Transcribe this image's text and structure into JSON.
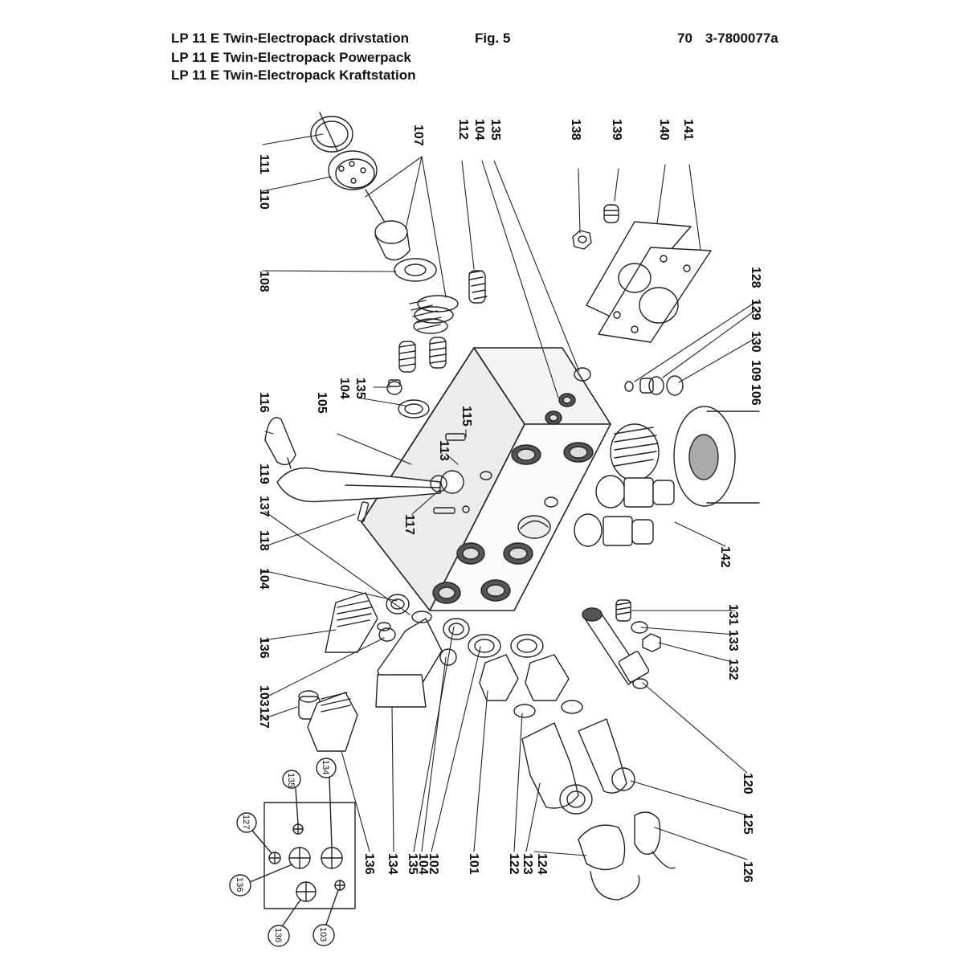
{
  "header": {
    "line1": "LP 11 E Twin-Electropack drivstation",
    "line2": "LP 11 E Twin-Electropack Powerpack",
    "line3": "LP 11 E Twin-Electropack Kraftstation",
    "fig": "Fig. 5",
    "page": "70",
    "doc_no": "3-7800077a"
  },
  "part_labels": {
    "p111": "111",
    "p110": "110",
    "p107": "107",
    "p108": "108",
    "p112": "112",
    "p104_top": "104",
    "p135_top": "135",
    "p138": "138",
    "p139": "139",
    "p140": "140",
    "p141": "141",
    "p128": "128",
    "p129": "129",
    "p130": "130",
    "p109": "109",
    "p106": "106",
    "p116": "116",
    "p105": "105",
    "p104_mid": "104",
    "p135_mid": "135",
    "p115": "115",
    "p113": "113",
    "p119": "119",
    "p117": "117",
    "p137": "137",
    "p118": "118",
    "p142": "142",
    "p104_left": "104",
    "p131": "131",
    "p133": "133",
    "p132": "132",
    "p136_left": "136",
    "p103": "103",
    "p127": "127",
    "p120": "120",
    "p125": "125",
    "p126": "126",
    "p136_bot": "136",
    "p134": "134",
    "p135_bot": "135",
    "p104_bot": "104",
    "p102": "102",
    "p101": "101",
    "p122": "122",
    "p123": "123",
    "p124": "124"
  },
  "port_callouts": {
    "c135": "135",
    "c134": "134",
    "c127": "127",
    "c136a": "136",
    "c136b": "136",
    "c103": "103"
  }
}
